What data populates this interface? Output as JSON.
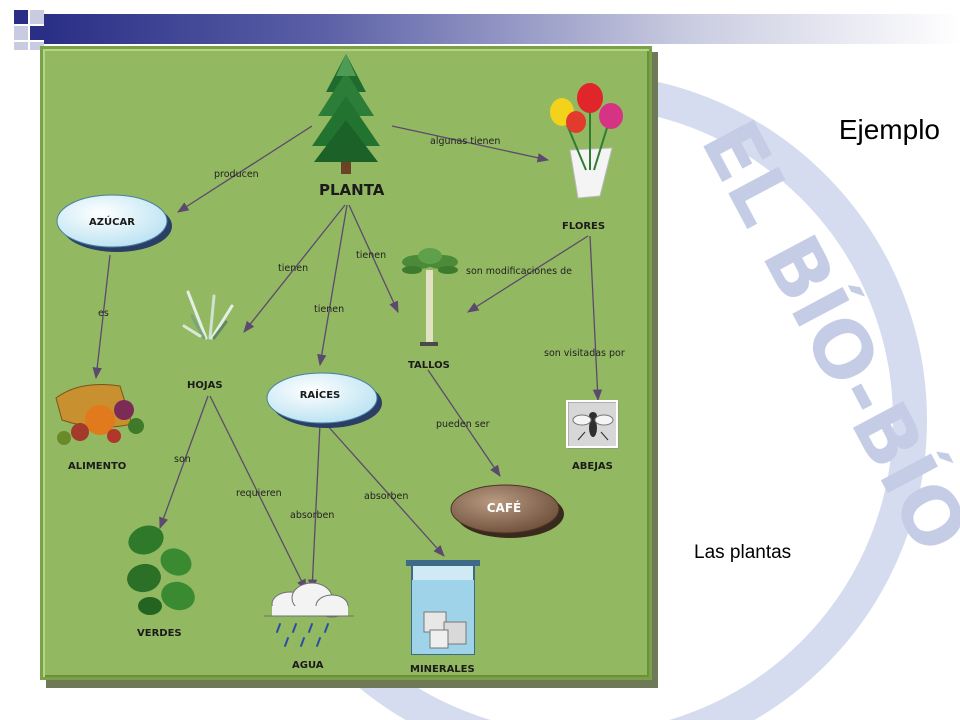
{
  "slide": {
    "title": "Ejemplo",
    "caption": "Las plantas",
    "watermark_text": "EL BÍO-BÍO",
    "colors": {
      "header_bar": "#2a2f86",
      "panel_green": "#92b861",
      "arrow": "#5c4a6e",
      "watermark": "#c5cde6"
    }
  },
  "concept_map": {
    "nodes": {
      "planta": "PLANTA",
      "azucar": "AZÚCAR",
      "flores": "FLORES",
      "hojas": "HOJAS",
      "raices": "RAÍCES",
      "tallos": "TALLOS",
      "alimento": "ALIMENTO",
      "abejas": "ABEJAS",
      "cafe": "CAFÉ",
      "verdes": "VERDES",
      "agua": "AGUA",
      "minerales": "MINERALES"
    },
    "links": {
      "producen": "producen",
      "algunas_tienen": "algunas tienen",
      "tienen_1": "tienen",
      "tienen_2": "tienen",
      "tienen_3": "tienen",
      "es": "es",
      "son_modificaciones_de": "son modificaciones de",
      "son_visitadas_por": "son visitadas por",
      "pueden_ser": "pueden ser",
      "son": "son",
      "requieren": "requieren",
      "absorben_1": "absorben",
      "absorben_2": "absorben"
    },
    "icons": [
      "tree-icon",
      "flowers-icon",
      "grass-icon",
      "palm-icon",
      "cornucopia-icon",
      "bee-icon",
      "leaves-icon",
      "rain-cloud-icon",
      "beaker-icon"
    ]
  }
}
